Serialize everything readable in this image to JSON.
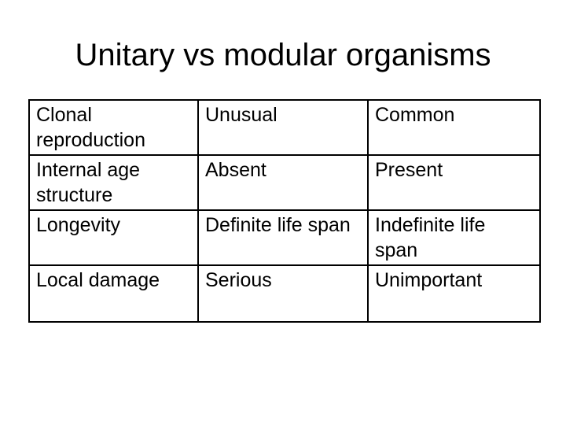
{
  "title": "Unitary vs modular organisms",
  "table": {
    "rows": [
      [
        "Clonal reproduction",
        "Unusual",
        "Common"
      ],
      [
        "Internal age structure",
        "Absent",
        "Present"
      ],
      [
        "Longevity",
        "Definite life span",
        "Indefinite life span"
      ],
      [
        "Local damage",
        "Serious",
        "Unimportant"
      ]
    ]
  }
}
